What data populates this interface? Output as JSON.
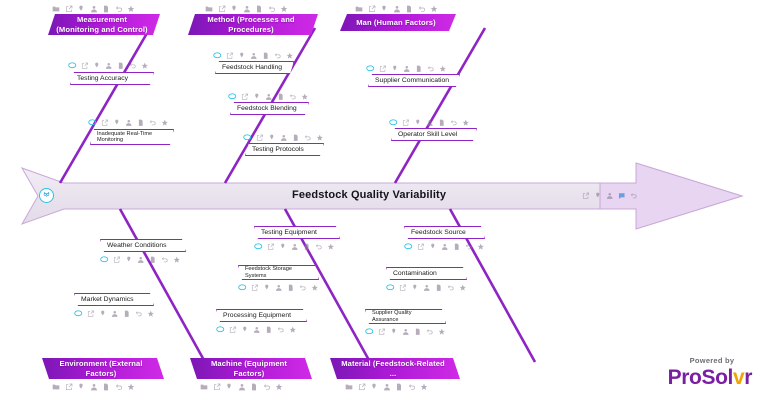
{
  "diagram": {
    "type": "fishbone-ishikawa",
    "problem_title": "Feedstock Quality Variability",
    "colors": {
      "branch_line": "#8e24c4",
      "category_fill_start": "#7b17b5",
      "category_fill_end": "#cf2ae6",
      "spine_fill": "#ece7f0",
      "spine_stroke": "#c9a8d8",
      "head_arrow_fill": "#e8d6f2",
      "box_border": "#8e24c4",
      "accent_cyan": "#29c3e8",
      "brand_purple": "#7b1fa2",
      "brand_amber": "#f0a500"
    }
  },
  "toolbar": {
    "icons": [
      "ellipse-node-icon",
      "external-link-icon",
      "pin-icon",
      "person-icon",
      "note-icon",
      "undo-icon",
      "star-icon"
    ],
    "category_icons": [
      "folder-icon",
      "external-link-icon",
      "pin-icon",
      "person-icon",
      "note-icon",
      "undo-icon",
      "star-icon"
    ],
    "spine_icons": [
      "external-link-icon",
      "pin-icon",
      "person-icon",
      "comment-icon",
      "undo-icon"
    ]
  },
  "tail": {
    "icon": "owl-avatar-icon"
  },
  "categories": {
    "top": [
      {
        "id": "measurement",
        "label": "Measurement\n(Monitoring and Control)",
        "causes": [
          {
            "label": "Testing Accuracy"
          },
          {
            "label": "Inadequate Real-Time\nMonitoring"
          }
        ]
      },
      {
        "id": "method",
        "label": "Method (Processes and\nProcedures)",
        "causes": [
          {
            "label": "Feedstock Handling"
          },
          {
            "label": "Feedstock Blending"
          },
          {
            "label": "Testing Protocols"
          }
        ]
      },
      {
        "id": "man",
        "label": "Man (Human Factors)",
        "causes": [
          {
            "label": "Supplier Communication"
          },
          {
            "label": "Operator Skill Level"
          }
        ]
      }
    ],
    "bottom": [
      {
        "id": "environment",
        "label": "Environment (External\nFactors)",
        "causes": [
          {
            "label": "Weather Conditions"
          },
          {
            "label": "Market Dynamics"
          }
        ]
      },
      {
        "id": "machine",
        "label": "Machine (Equipment\nFactors)",
        "causes": [
          {
            "label": "Testing Equipment"
          },
          {
            "label": "Feedstock Storage\nSystems"
          },
          {
            "label": "Processing Equipment"
          }
        ]
      },
      {
        "id": "material",
        "label": "Material\n(Feedstock-Related ...",
        "causes": [
          {
            "label": "Feedstock Source"
          },
          {
            "label": "Contamination"
          },
          {
            "label": "Supplier Quality\nAssurance"
          }
        ]
      }
    ]
  },
  "branding": {
    "powered_by": "Powered by",
    "name_part1": "ProSol",
    "name_v": "v",
    "name_part2": "r"
  }
}
